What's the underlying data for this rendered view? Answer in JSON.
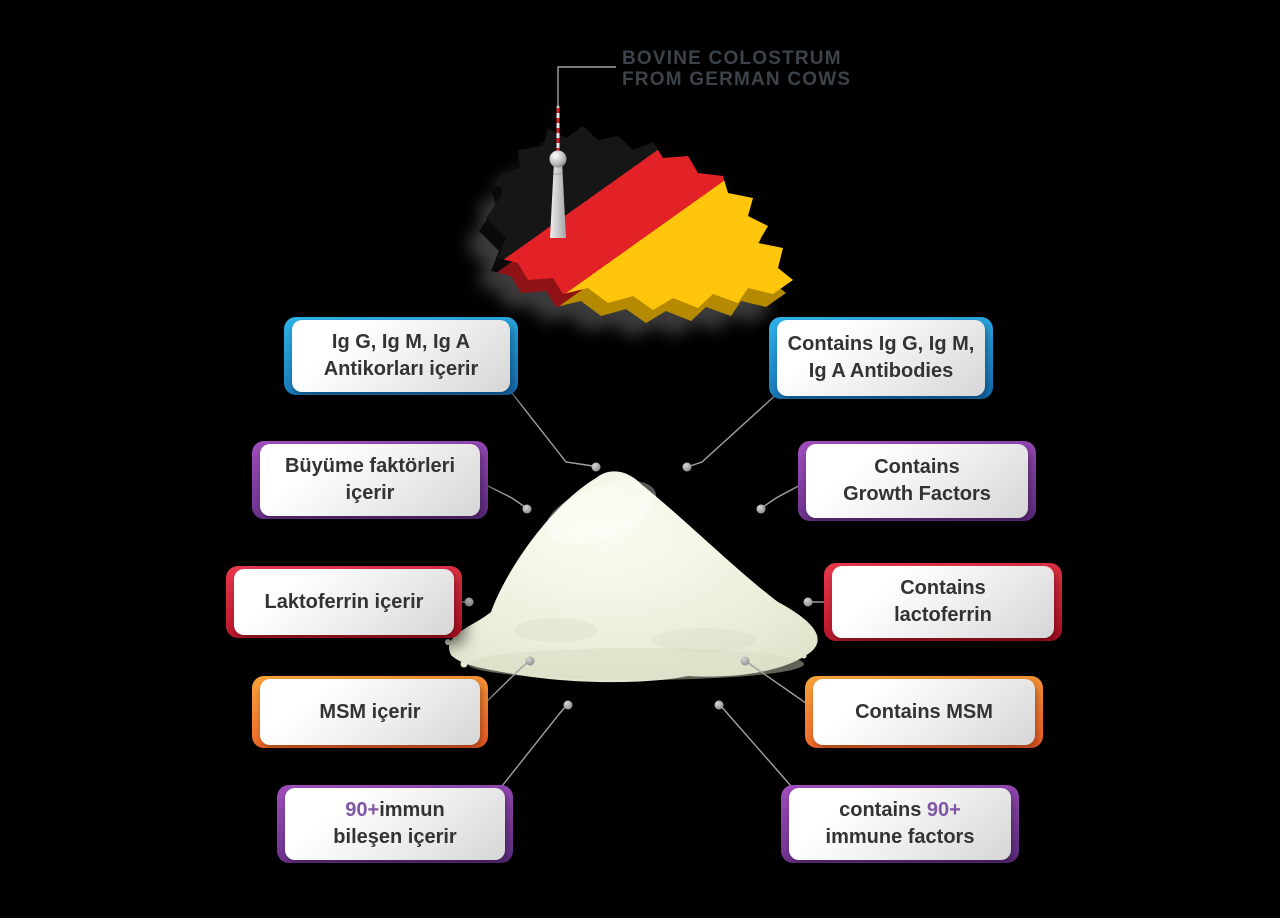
{
  "background_color": "#000000",
  "title": {
    "line1": "BOVINE COLOSTRUM",
    "line2": "FROM GERMAN COWS",
    "color": "#3d434b"
  },
  "map": {
    "label": "germany-map-in-flag-colors-with-berlin-tv-tower",
    "flag": {
      "black": "#161616",
      "red": "#E32227",
      "gold": "#FFC60B"
    }
  },
  "powder": {
    "label": "colostrum-powder-pile",
    "base_color": "#eef0df"
  },
  "accents": {
    "blue": [
      "#2FB4EA",
      "#146BAE"
    ],
    "purple": [
      "#A14FBE",
      "#5E2B80"
    ],
    "red": [
      "#EA3A4C",
      "#AC0E20"
    ],
    "orange": [
      "#F9A33C",
      "#EF5A24"
    ]
  },
  "highlight_color": "#7E57A5",
  "labels_left": [
    {
      "accent": "blue",
      "line1": "Ig G, Ig M, Ig A",
      "line2": "Antikorları içerir"
    },
    {
      "accent": "purple",
      "line1": "Büyüme faktörleri",
      "line2": "içerir"
    },
    {
      "accent": "red",
      "line1": "Laktoferrin içerir"
    },
    {
      "accent": "orange",
      "line1": "MSM içerir"
    },
    {
      "accent": "purple",
      "line1_highlight": "90+",
      "line1_rest": "immun",
      "line2": "bileşen içerir"
    }
  ],
  "labels_right": [
    {
      "accent": "blue",
      "line1": "Contains Ig G, Ig M,",
      "line2": "Ig A Antibodies"
    },
    {
      "accent": "purple",
      "line1": "Contains",
      "line2": "Growth Factors"
    },
    {
      "accent": "red",
      "line1": "Contains",
      "line2": "lactoferrin"
    },
    {
      "accent": "orange",
      "line1": "Contains MSM"
    },
    {
      "accent": "purple",
      "line1_rest": "contains ",
      "line1_highlight": "90+",
      "line2": "immune factors"
    }
  ]
}
